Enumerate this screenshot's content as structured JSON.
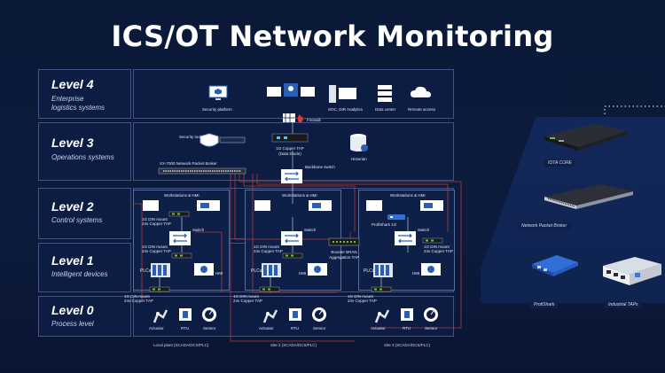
{
  "title": "ICS/OT Network Monitoring",
  "levels": [
    {
      "label": "Level 4",
      "desc1": "Enterprise",
      "desc2": "logistics systems"
    },
    {
      "label": "Level 3",
      "desc1": "Operations systems",
      "desc2": ""
    },
    {
      "label": "Level 2",
      "desc1": "Control systems",
      "desc2": ""
    },
    {
      "label": "Level 1",
      "desc1": "Intelligent devices",
      "desc2": ""
    },
    {
      "label": "Level 0",
      "desc1": "Process level",
      "desc2": ""
    }
  ],
  "level4": {
    "security_platform": "Security platform",
    "soc": "SOC, DIR Analytics",
    "data_center": "Data center",
    "remote_access": "Remote access",
    "firewall": "Firewall"
  },
  "level3": {
    "security_tool": "Security tool",
    "tap_line1": "1G Copper TAP",
    "tap_line2": "(Data Diode)",
    "historian": "Historian",
    "npb": "XX-7000 Network Packet Broker",
    "backbone": "Backbone switch"
  },
  "sites": [
    {
      "workstations": "Workstations & HMI",
      "switch": "Switch",
      "tap2_line1": "1G DIN mount",
      "tap2_line2": "24v Copper TAP",
      "plcs": "PLCs",
      "hmi": "HMI",
      "tap0_line1": "1G DIN mount",
      "tap0_line2": "24v Copper TAP",
      "actuator": "Actuator",
      "rtu": "RTU",
      "sensor": "Sensor",
      "footer": "Local plant (SCADA/DCS/PLC)"
    },
    {
      "workstations": "Workstations & HMI",
      "switch": "Switch",
      "tap2_line1": "1G DIN mount",
      "tap2_line2": "24v Copper TAP",
      "plcs": "PLCs",
      "hmi": "HMI",
      "tap0_line1": "1G DIN mount",
      "tap0_line2": "24v Copper TAP",
      "actuator": "Actuator",
      "rtu": "RTU",
      "sensor": "Sensor",
      "footer": "Site 2 (SCADA/DCS/PLC)"
    },
    {
      "workstations": "Workstations & HMI",
      "switch": "Switch",
      "tap2_line1": "1G DIN mount",
      "tap2_line2": "24v Copper TAP",
      "plcs": "PLCs",
      "hmi": "HMI",
      "tap0_line1": "1G DIN mount",
      "tap0_line2": "24v Copper TAP",
      "actuator": "Actuator",
      "rtu": "RTU",
      "sensor": "Sensor",
      "footer": "Site 3 (SCADA/DCS/PLC)"
    }
  ],
  "profishark": "ProfiShark 1G",
  "booster_line1": "Booster BRAN",
  "booster_line2": "Aggregation TAP",
  "right": {
    "iota": "IOTA CORE",
    "npb": "Network Packet Broker",
    "profishark": "ProfiShark",
    "industrial": "Industrial TAPs"
  },
  "colors": {
    "background": "#0b1938",
    "panel": "#0d1c42",
    "border": "#41548a",
    "link": "#c0392b",
    "accent": "#3a7bd5"
  }
}
